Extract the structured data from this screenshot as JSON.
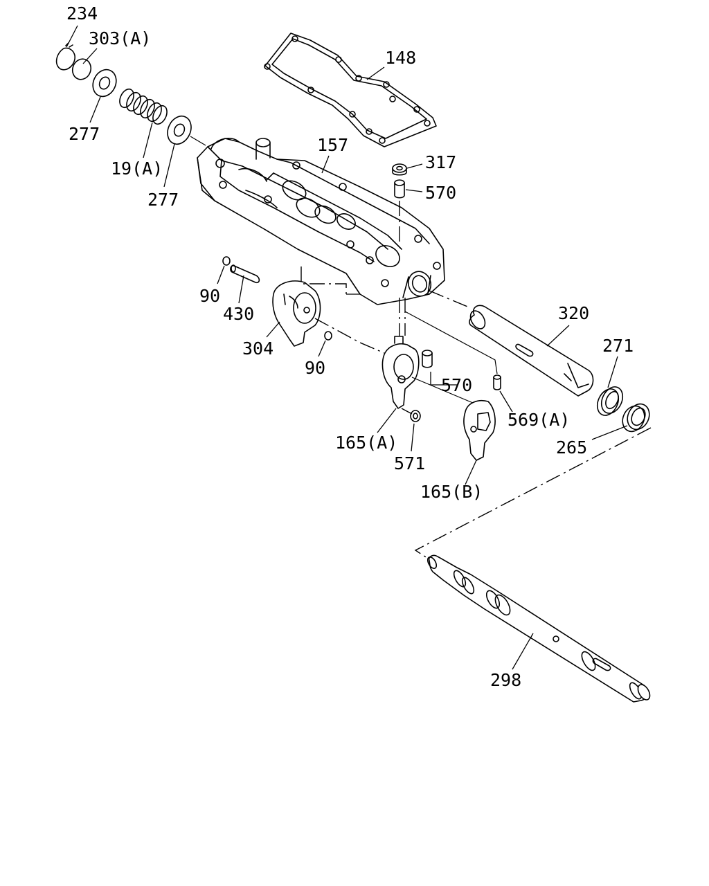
{
  "callouts": {
    "c234": "234",
    "c303a": "303(A)",
    "c148": "148",
    "c277a": "277",
    "c19a": "19(A)",
    "c277b": "277",
    "c157": "157",
    "c317": "317",
    "c570a": "570",
    "c90a": "90",
    "c430": "430",
    "c304": "304",
    "c90b": "90",
    "c320": "320",
    "c271": "271",
    "c570b": "570",
    "c569a": "569(A)",
    "c165a": "165(A)",
    "c571": "571",
    "c265": "265",
    "c165b": "165(B)",
    "c298": "298"
  }
}
